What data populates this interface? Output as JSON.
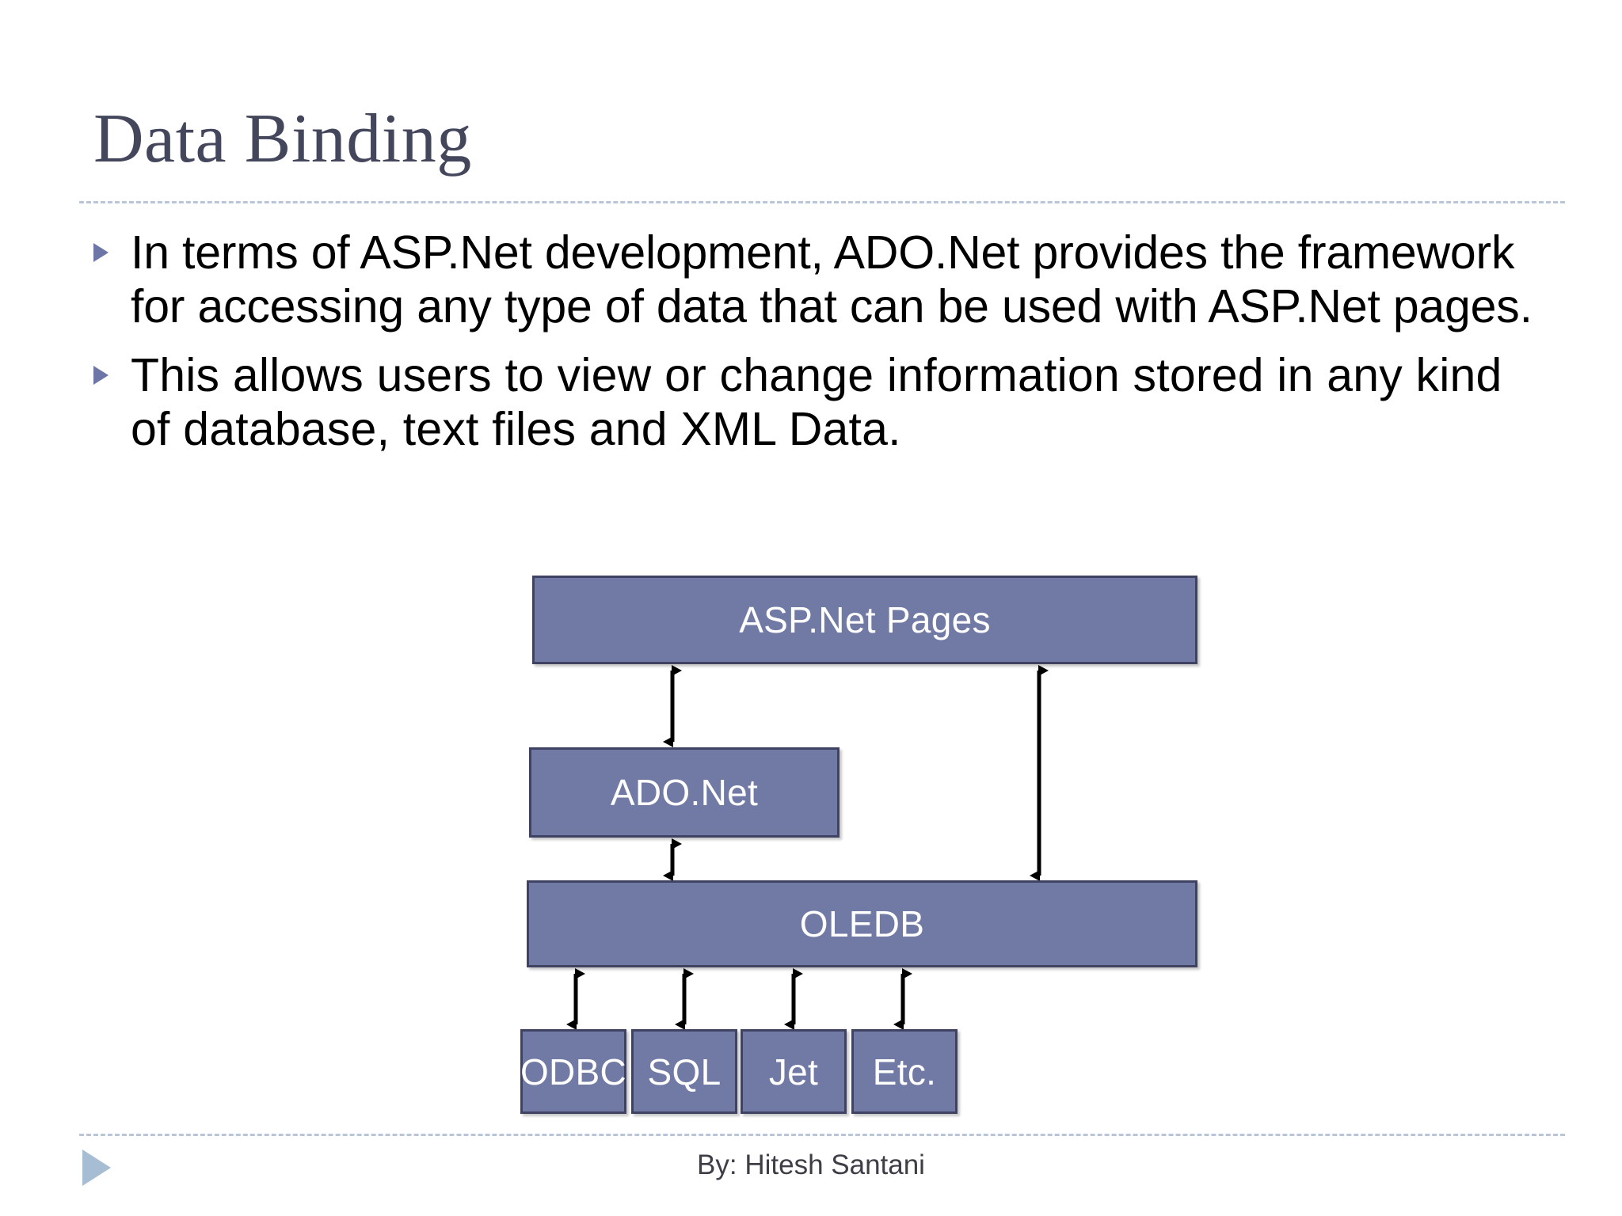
{
  "slide": {
    "title": "Data Binding",
    "bullets": [
      {
        "marker": "triangle-bullet-icon",
        "text": "In terms of ASP.Net development, ADO.Net provides the framework for accessing any type of data that can be used with ASP.Net pages."
      },
      {
        "marker": "triangle-bullet-icon",
        "text": " This allows users to view or change information stored in any kind of database, text files and XML Data."
      }
    ],
    "footer": {
      "credit": "By: Hitesh Santani",
      "marker": "triangle-footer-icon"
    }
  },
  "diagram": {
    "type": "layered-architecture",
    "boxes": [
      {
        "id": "aspnet",
        "label": "ASP.Net Pages",
        "row": 0
      },
      {
        "id": "adonet",
        "label": "ADO.Net",
        "row": 1
      },
      {
        "id": "oledb",
        "label": "OLEDB",
        "row": 2
      },
      {
        "id": "odbc",
        "label": "ODBC",
        "row": 3
      },
      {
        "id": "sql",
        "label": "SQL",
        "row": 3
      },
      {
        "id": "jet",
        "label": "Jet",
        "row": 3
      },
      {
        "id": "etc",
        "label": "Etc.",
        "row": 3
      }
    ],
    "connections": [
      {
        "from": "aspnet",
        "to": "adonet",
        "style": "double-arrow"
      },
      {
        "from": "aspnet",
        "to": "oledb",
        "style": "double-arrow"
      },
      {
        "from": "adonet",
        "to": "oledb",
        "style": "double-arrow"
      },
      {
        "from": "oledb",
        "to": "odbc",
        "style": "double-arrow"
      },
      {
        "from": "oledb",
        "to": "sql",
        "style": "double-arrow"
      },
      {
        "from": "oledb",
        "to": "jet",
        "style": "double-arrow"
      },
      {
        "from": "oledb",
        "to": "etc",
        "style": "double-arrow"
      }
    ]
  },
  "colors": {
    "title": "#44465C",
    "box_fill": "#717AA4",
    "box_border": "#3F4260",
    "box_text": "#FFFFFF",
    "bullet_marker": "#6D76A6",
    "footer_marker": "#A7BDD4",
    "rule": "#B9C6DA",
    "body_text": "#000000",
    "background": "#FFFFFF"
  }
}
